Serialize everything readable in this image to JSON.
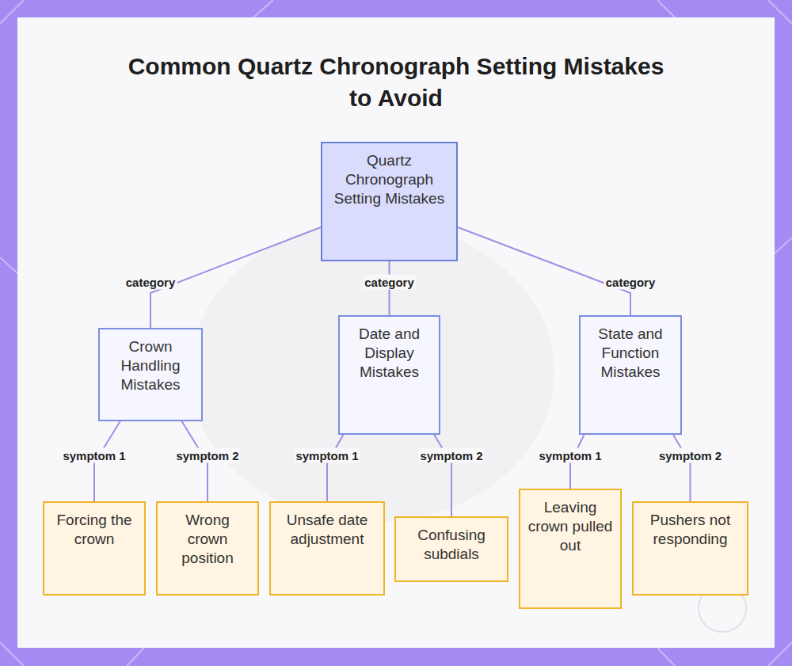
{
  "diagram": {
    "title": "Common Quartz Chronograph Setting Mistakes to Avoid",
    "nodes": [
      {
        "text": [
          "Quartz Chronograph Setting Mistakes"
        ]
      },
      {
        "text": [
          "Crown Handling Mistakes"
        ]
      },
      {
        "text": [
          "Date and Display Mistakes"
        ]
      },
      {
        "text": [
          "State and Function Mistakes"
        ]
      },
      {
        "text": [
          "Forcing the crown"
        ]
      },
      {
        "text": [
          "Wrong crown position"
        ]
      },
      {
        "text": [
          "Unsafe date adjustment"
        ]
      },
      {
        "text": [
          "Confusing subdials"
        ]
      },
      {
        "text": [
          "Leaving crown pulled out"
        ]
      },
      {
        "text": [
          "Pushers not responding"
        ]
      }
    ],
    "edges": [
      {
        "from": 0,
        "to": 1,
        "label": "category",
        "arrow": "none"
      },
      {
        "from": 0,
        "to": 2,
        "label": "category",
        "arrow": "none"
      },
      {
        "from": 0,
        "to": 3,
        "label": "category",
        "arrow": "none"
      },
      {
        "from": 1,
        "to": 4,
        "label": "symptom 1",
        "arrow": "none"
      },
      {
        "from": 1,
        "to": 5,
        "label": "symptom 2",
        "arrow": "none"
      },
      {
        "from": 2,
        "to": 6,
        "label": "symptom 1",
        "arrow": "none"
      },
      {
        "from": 2,
        "to": 7,
        "label": "symptom 2",
        "arrow": "none"
      },
      {
        "from": 3,
        "to": 8,
        "label": "symptom 1",
        "arrow": "none"
      },
      {
        "from": 3,
        "to": 9,
        "label": "symptom 2",
        "arrow": "none"
      }
    ]
  }
}
